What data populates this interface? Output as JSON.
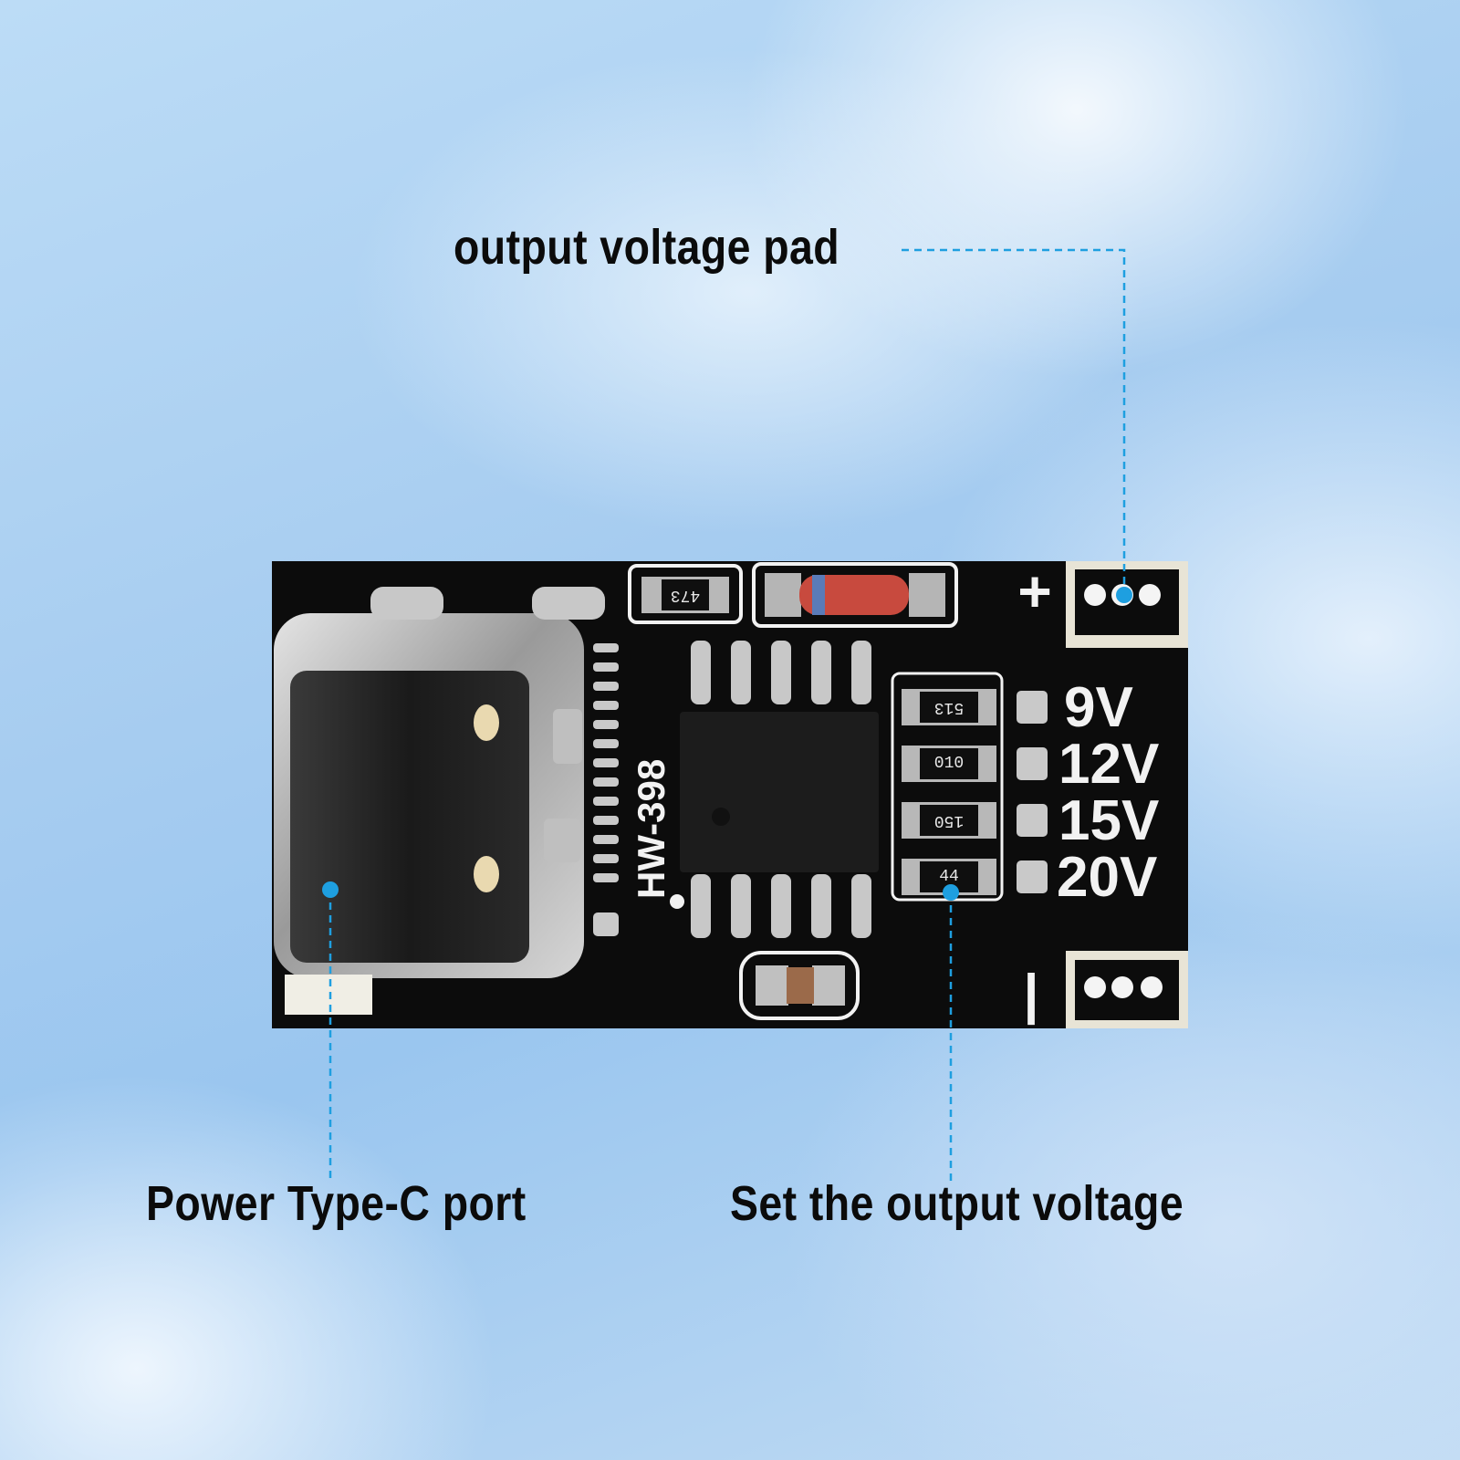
{
  "callouts": {
    "output_pad": "output voltage pad",
    "type_c_port": "Power Type-C port",
    "set_voltage": "Set the output voltage"
  },
  "board": {
    "model": "HW-398",
    "voltage_options": [
      "9V",
      "12V",
      "15V",
      "20V"
    ],
    "resistor_codes": [
      "513",
      "010",
      "150",
      "44"
    ],
    "top_resistor_code": "473",
    "plus_mark": "+",
    "minus_mark": "|"
  },
  "colors": {
    "callout_line": "#1e9fe0",
    "pcb": "#0c0c0c",
    "silkscreen": "#f2f2f2"
  }
}
